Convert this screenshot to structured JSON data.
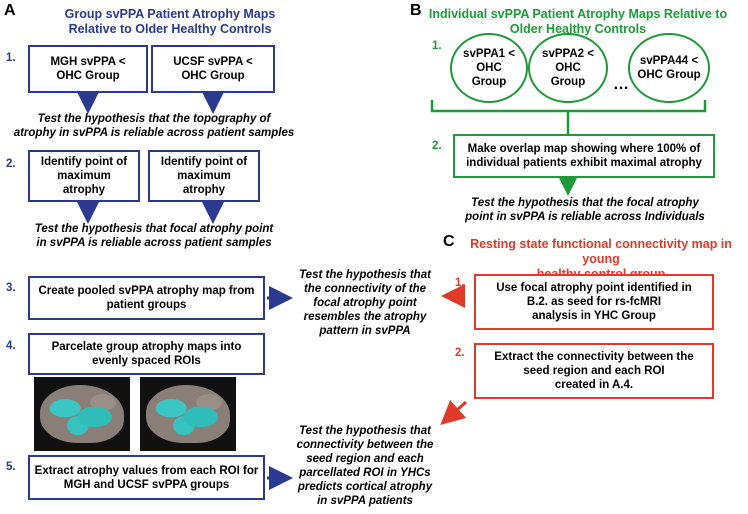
{
  "panelA": {
    "letter": "A",
    "title": "Group svPPA Patient Atrophy Maps\nRelative to Older Healthy Controls",
    "step1_num": "1.",
    "box_mgh": "MGH svPPA  <\nOHC Group",
    "box_ucsf": "UCSF svPPA  <\nOHC Group",
    "hyp1": "Test the hypothesis that the topography of\natrophy in svPPA is reliable across patient samples",
    "step2_num": "2.",
    "box_point1": "Identify point of\nmaximum\natrophy",
    "box_point2": "Identify point of\nmaximum\natrophy",
    "hyp2": "Test the hypothesis that focal atrophy point\nin svPPA is reliable across patient samples",
    "step3_num": "3.",
    "box_pooled": "Create pooled svPPA atrophy map from\npatient groups",
    "step4_num": "4.",
    "box_parcelate": "Parcelate group atrophy maps into\nevenly spaced ROIs",
    "step5_num": "5.",
    "box_extract": "Extract atrophy values from each ROI for\nMGH and UCSF svPPA groups"
  },
  "panelB": {
    "letter": "B",
    "title": "Individual svPPA Patient Atrophy Maps Relative to\nOlder Healthy Controls",
    "step1_num": "1.",
    "circles": [
      "svPPA1 <\nOHC\nGroup",
      "svPPA2 <\nOHC\nGroup",
      "svPPA44 <\nOHC Group"
    ],
    "ellipsis": "…",
    "step2_num": "2.",
    "box_overlap": "Make overlap map showing where 100% of\nindividual patients exhibit maximal atrophy",
    "hyp": "Test the hypothesis that the focal atrophy\npoint in svPPA  is reliable across Individuals"
  },
  "panelC": {
    "letter": "C",
    "title": "Resting state functional connectivity map in young\nhealthy control group",
    "step1_num": "1.",
    "box_seed": "Use focal atrophy point identified in\nB.2. as seed for rs-fcMRI\nanalysis in YHC Group",
    "step2_num": "2.",
    "box_connect": "Extract the connectivity between the\nseed region and each ROI\ncreated in A.4."
  },
  "middle": {
    "hyp_connectivity": "Test the hypothesis that\nthe connectivity of the\nfocal atrophy point\nresembles the atrophy\npattern in svPPA",
    "hyp_predicts": "Test the hypothesis that\nconnectivity between the\nseed region and each\nparcellated ROI in YHCs\npredicts cortical atrophy\nin svPPA patients"
  },
  "colors": {
    "blue": "#2b3a8f",
    "green": "#1f9a3a",
    "red": "#e03a2a"
  }
}
